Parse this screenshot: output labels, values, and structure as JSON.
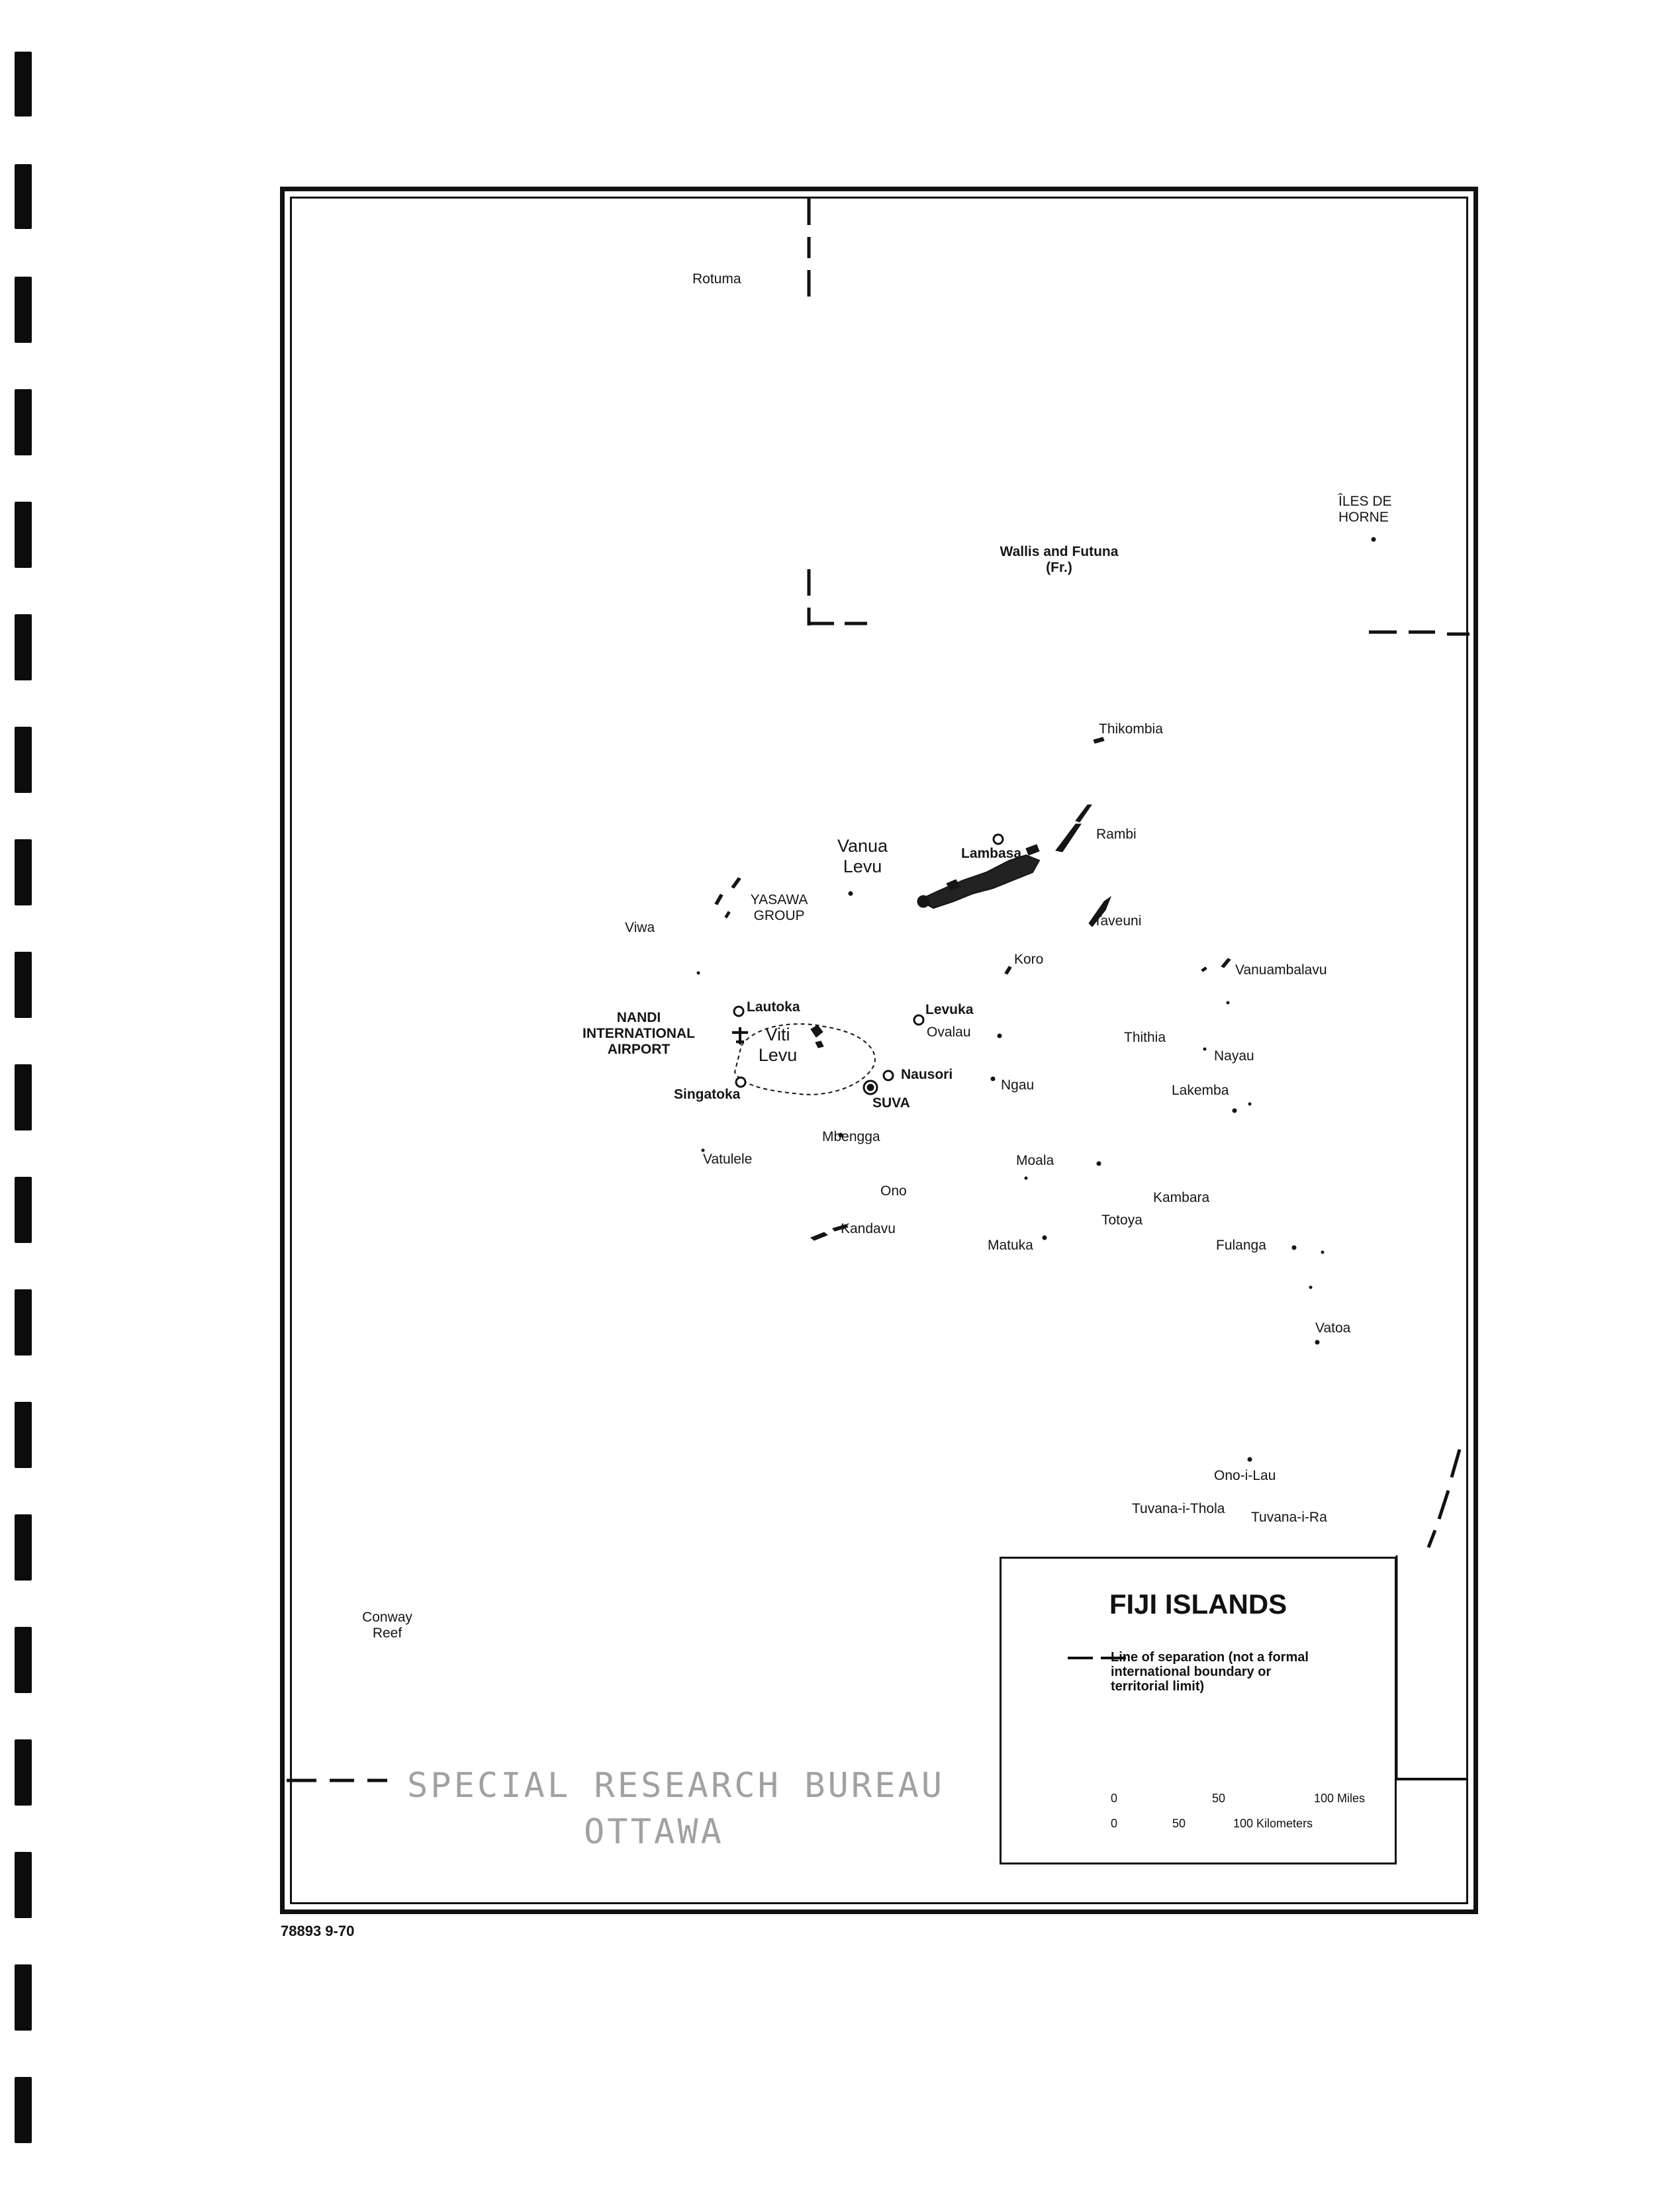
{
  "map": {
    "title": "FIJI ISLANDS",
    "legend": {
      "line_label": "Line of separation (not a formal\ninternational boundary or\nterritorial limit)",
      "scale_miles": [
        "0",
        "50",
        "100 Miles"
      ],
      "scale_km": [
        "0",
        "50",
        "100 Kilometers"
      ]
    },
    "places": {
      "rotuma": "Rotuma",
      "iles_de_horne": "ÎLES DE\nHORNE",
      "wallis_futuna": "Wallis and Futuna\n(Fr.)",
      "thikombia": "Thikombia",
      "rambi": "Rambi",
      "vanua_levu": "Vanua\nLevu",
      "lambasa": "Lambasa",
      "taveuni": "Taveuni",
      "yasawa_group": "YASAWA\nGROUP",
      "viwa": "Viwa",
      "koro": "Koro",
      "vanuambalavu": "Vanuambalavu",
      "nandi_airport": "NANDI\nINTERNATIONAL\nAIRPORT",
      "lautoka": "Lautoka",
      "levuka": "Levuka",
      "ovalau": "Ovalau",
      "viti_levu": "Viti\nLevu",
      "thithia": "Thithia",
      "nayau": "Nayau",
      "nausori": "Nausori",
      "singatoka": "Singatoka",
      "suva": "SUVA",
      "ngau": "Ngau",
      "lakemba": "Lakemba",
      "mbengga": "Mbengga",
      "vatulele": "Vatulele",
      "moala": "Moala",
      "ono": "Ono",
      "kambara": "Kambara",
      "kandavu": "Kandavu",
      "totoya": "Totoya",
      "matuka": "Matuka",
      "fulanga": "Fulanga",
      "vatoa": "Vatoa",
      "ono_i_lau": "Ono-i-Lau",
      "tuvana_i_thola": "Tuvana-i-Thola",
      "tuvana_i_ra": "Tuvana-i-Ra",
      "conway_reef": "Conway\nReef"
    }
  },
  "stamp": {
    "line1": "SPECIAL RESEARCH BUREAU",
    "line2": "OTTAWA"
  },
  "map_code": "78893 9-70"
}
